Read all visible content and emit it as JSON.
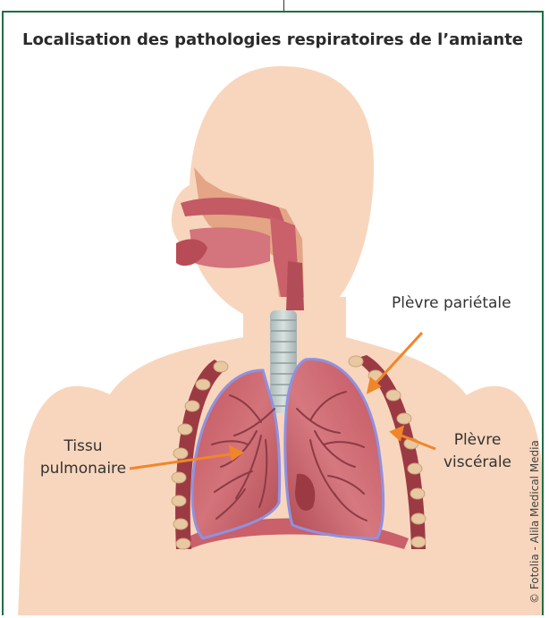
{
  "figure": {
    "title": "Localisation des pathologies respiratoires de l’amiante",
    "credit": "© Fotolia - Alila Medical Media",
    "colors": {
      "frame": "#1f6e44",
      "body": "#f8d6bd",
      "lung": "#c9606a",
      "pleura": "#8f91e0",
      "arrow": "#f0862a"
    }
  },
  "labels": {
    "parietale": "Plèvre pariétale",
    "viscerale": [
      "Plèvre",
      "viscérale"
    ],
    "tissu": [
      "Tissu",
      "pulmonaire"
    ]
  }
}
